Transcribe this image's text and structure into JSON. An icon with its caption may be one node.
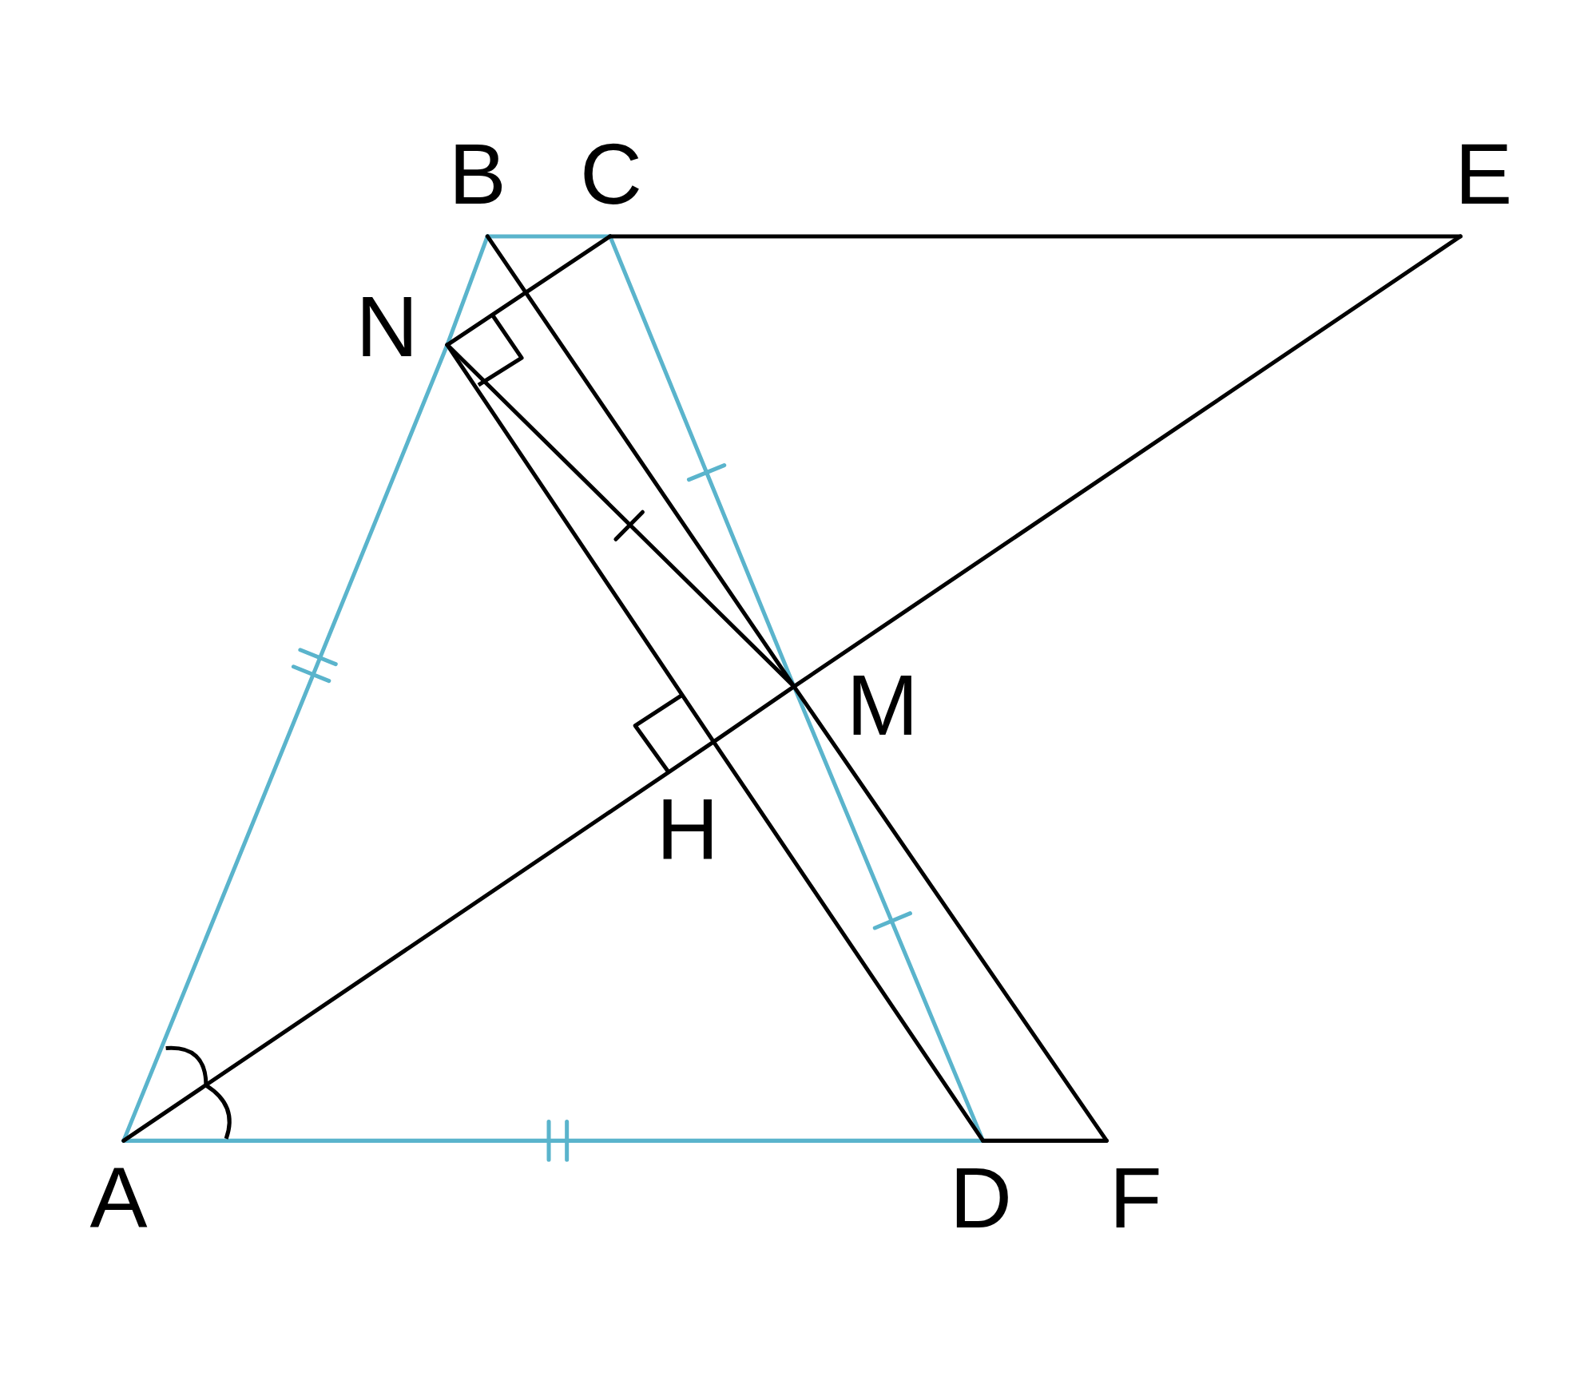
{
  "diagram": {
    "nodes": [
      {
        "text": [
          "A"
        ]
      },
      {
        "text": [
          "B"
        ]
      },
      {
        "text": [
          "C"
        ]
      },
      {
        "text": [
          "D"
        ]
      },
      {
        "text": [
          "E"
        ]
      },
      {
        "text": [
          "F"
        ]
      },
      {
        "text": [
          "H"
        ]
      },
      {
        "text": [
          "M"
        ]
      },
      {
        "text": [
          "N"
        ]
      }
    ],
    "edges": [
      {
        "from": 0,
        "to": 8,
        "arrow": "none",
        "color": "#5ab4cc"
      },
      {
        "from": 8,
        "to": 1,
        "arrow": "none",
        "color": "#5ab4cc"
      },
      {
        "from": 1,
        "to": 2,
        "arrow": "none",
        "color": "#5ab4cc"
      },
      {
        "from": 2,
        "to": 7,
        "arrow": "none",
        "color": "#5ab4cc"
      },
      {
        "from": 7,
        "to": 3,
        "arrow": "none",
        "color": "#5ab4cc"
      },
      {
        "from": 0,
        "to": 3,
        "arrow": "none",
        "color": "#5ab4cc"
      },
      {
        "from": 2,
        "to": 4,
        "arrow": "none"
      },
      {
        "from": 4,
        "to": 7,
        "arrow": "none"
      },
      {
        "from": 7,
        "to": 6,
        "arrow": "none"
      },
      {
        "from": 6,
        "to": 0,
        "arrow": "none"
      },
      {
        "from": 1,
        "to": 7,
        "arrow": "none"
      },
      {
        "from": 7,
        "to": 5,
        "arrow": "none"
      },
      {
        "from": 3,
        "to": 5,
        "arrow": "none"
      },
      {
        "from": 8,
        "to": 2,
        "arrow": "none"
      },
      {
        "from": 8,
        "to": 7,
        "arrow": "none"
      },
      {
        "from": 8,
        "to": 6,
        "arrow": "none"
      },
      {
        "from": 6,
        "to": 3,
        "arrow": "none"
      }
    ]
  }
}
